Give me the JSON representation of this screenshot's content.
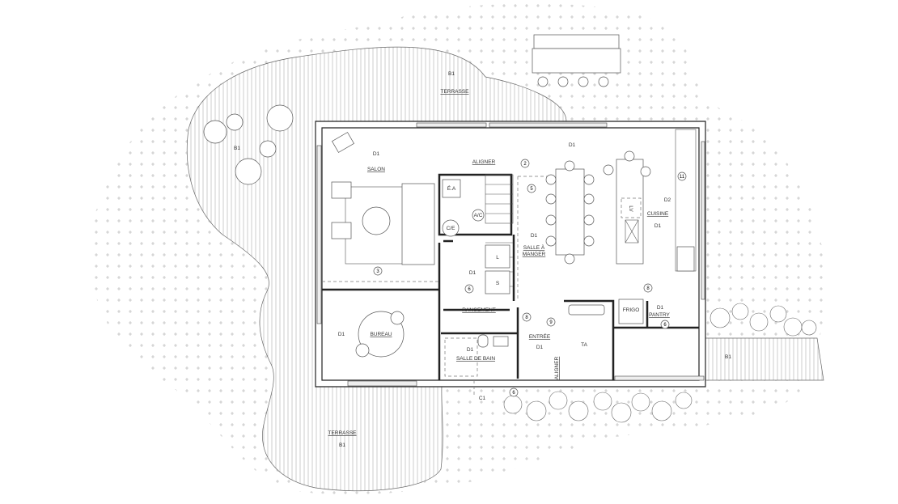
{
  "terraces": {
    "top": {
      "name": "TERRASSE",
      "tag": "B1"
    },
    "left": {
      "tag": "B1"
    },
    "bottom": {
      "name": "TERRASSE",
      "tag": "B1"
    },
    "right": {
      "tag": "B1"
    }
  },
  "rooms": {
    "salon": {
      "name": "SALON",
      "tag": "D1"
    },
    "salle_a_manger": {
      "name_line1": "SALLE À",
      "name_line2": "MANGER",
      "tag": "D1"
    },
    "top_tag": "D1",
    "cuisine": {
      "name": "CUISINE",
      "tag": "D1",
      "tag2": "D2"
    },
    "bureau": {
      "name": "BUREAU",
      "tag": "D1"
    },
    "rangement": {
      "name": "RANGEMENT",
      "tag": "D1"
    },
    "entree": {
      "name": "ENTRÉE",
      "tag": "D1"
    },
    "salle_de_bain": {
      "name": "SALLE DE BAIN",
      "tag": "D1"
    },
    "pantry": {
      "name": "PANTRY",
      "tag": "D1"
    },
    "frigo": "FRIGO",
    "ta": "TA"
  },
  "equipment": {
    "ea": "É.A",
    "ac": "A/C",
    "ce": "C/E",
    "l": "L",
    "s": "S",
    "lv": "LV"
  },
  "notes": {
    "aligner_top": "ALIGNER",
    "aligner_side": "ALIGNER",
    "c1": "C1"
  },
  "callouts": [
    "2",
    "5",
    "3",
    "6",
    "8",
    "9",
    "8",
    "6",
    "11",
    "6"
  ]
}
